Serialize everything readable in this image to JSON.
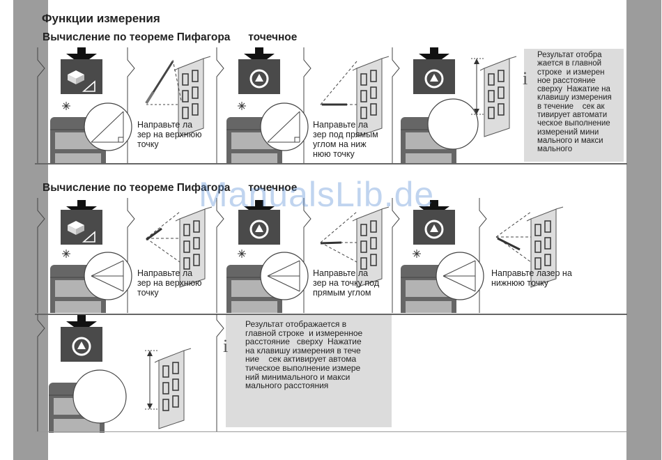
{
  "page": {
    "title": "Функции измерения",
    "watermark": "ManualsLib.de"
  },
  "section1": {
    "title": "Вычисление по теореме Пифагора      точечное",
    "steps": [
      "Направьте ла\nзер на верхнюю\nточку",
      "Направьте ла\nзер под прямым\nуглом на ниж\nнюю точку"
    ],
    "info": "Результат отобра\nжается в главной\nстроке  и измерен\nное расстояние\nсверху  Нажатие на\nклавишу измерения\nв течение    сек ак\nтивирует автомати\nческое выполнение\nизмерений мини\nмального и макси\nмального"
  },
  "section2": {
    "title": "Вычисление по теореме Пифагора      точечное",
    "steps": [
      "Направьте ла\nзер на верхнюю\nточку",
      "Направьте ла\nзер на точку под\nпрямым углом",
      "Направьте лазер на\nнижнюю точку"
    ]
  },
  "section3": {
    "info": "Результат отображается в\nглавной строке  и измеренное\nрасстояние   сверху  Нажатие\nна клавишу измерения в тече\nние    сек активирует автома\nтическое выполнение измере\nний минимального и макси\nмального расстояния"
  },
  "icons": {
    "info": "i",
    "info_icon_name": "info-icon",
    "mode_icon_name": "pythagoras-mode-icon",
    "measure_icon_name": "measure-button-icon"
  },
  "colors": {
    "sidebar": "#9c9c9c",
    "key_dark": "#4a4a4a",
    "info_box": "#dcdcdc",
    "watermark": "#5b8fd6"
  }
}
